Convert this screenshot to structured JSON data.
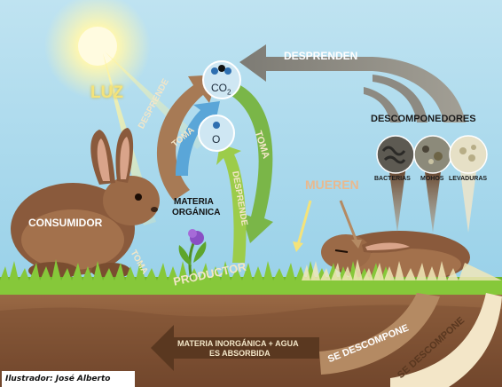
{
  "labels": {
    "luz": "LUZ",
    "co2_prefix": "CO",
    "co2_sub": "2",
    "oxygen": "O",
    "desprende_left": "DESPRENDE",
    "toma_top": "TOMA",
    "toma_right": "TOMA",
    "desprende_right": "DESPRENDE",
    "desprenden": "DESPRENDEN",
    "descomponedores": "DESCOMPONEDORES",
    "bacterias": "BACTERIAS",
    "mohos": "MOHOS",
    "levaduras": "LEVADURAS",
    "mueren": "MUEREN",
    "consumidor": "CONSUMIDOR",
    "materia_organica_1": "MATERIA",
    "materia_organica_2": "ORGÁNICA",
    "toma_bottom": "TOMA",
    "productor": "PRODUCTOR",
    "se_descompone_1": "SE DESCOMPONE",
    "se_descompone_2": "SE DESCOMPONE",
    "materia_inorganica_1": "MATERIA INORGÁNICA + AGUA",
    "materia_inorganica_2": "ES ABSORBIDA"
  },
  "credit": "Ilustrador: José Alberto Bermúdez",
  "colors": {
    "sky": "#a9d9ee",
    "soil": "#8a5a3a",
    "grass": "#6fb52a",
    "arrow_brown": "#b48a63",
    "arrow_green": "#7ab648",
    "arrow_blue": "#5aa6d8",
    "label_cream": "#f3e6c8",
    "luz_yellow": "#f4e37a"
  }
}
